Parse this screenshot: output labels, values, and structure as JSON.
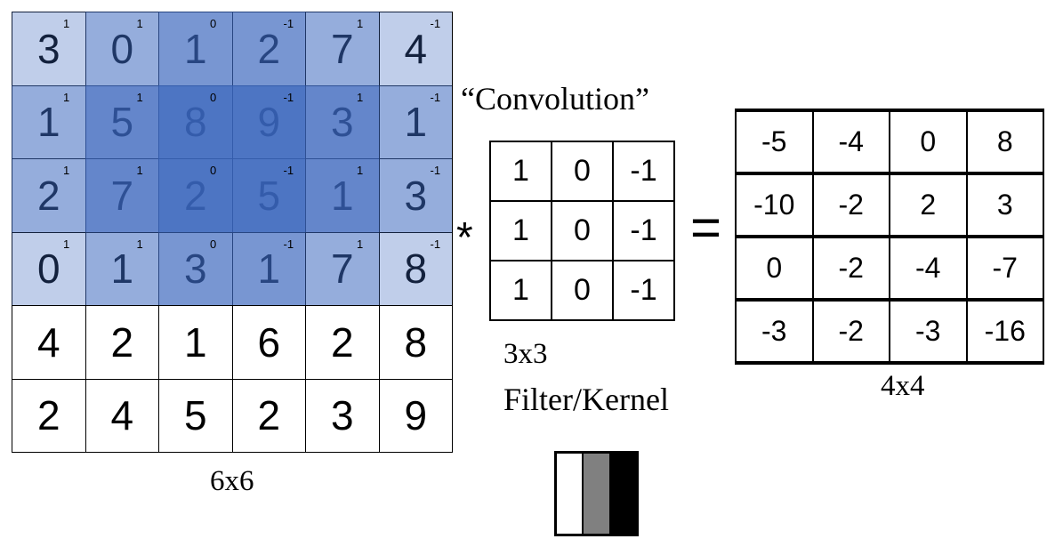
{
  "input": {
    "label": "6x6",
    "values": [
      [
        3,
        0,
        1,
        2,
        7,
        4
      ],
      [
        1,
        5,
        8,
        9,
        3,
        1
      ],
      [
        2,
        7,
        2,
        5,
        1,
        3
      ],
      [
        0,
        1,
        3,
        1,
        7,
        8
      ],
      [
        4,
        2,
        1,
        6,
        2,
        8
      ],
      [
        2,
        4,
        5,
        2,
        3,
        9
      ]
    ],
    "highlight_color": "#3a66bf"
  },
  "kernel": {
    "label_line1": "3x3",
    "label_line2": "Filter/Kernel",
    "values": [
      [
        1,
        0,
        -1
      ],
      [
        1,
        0,
        -1
      ],
      [
        1,
        0,
        -1
      ]
    ]
  },
  "output": {
    "label": "4x4",
    "values": [
      [
        -5,
        -4,
        0,
        8
      ],
      [
        -10,
        -2,
        2,
        3
      ],
      [
        0,
        -2,
        -4,
        -7
      ],
      [
        -3,
        -2,
        -3,
        -16
      ]
    ]
  },
  "operation_label": "“Convolution”",
  "convolve_symbol": "*",
  "equals_symbol": "=",
  "filter_swatch_colors": [
    "#ffffff",
    "#808080",
    "#000000"
  ]
}
